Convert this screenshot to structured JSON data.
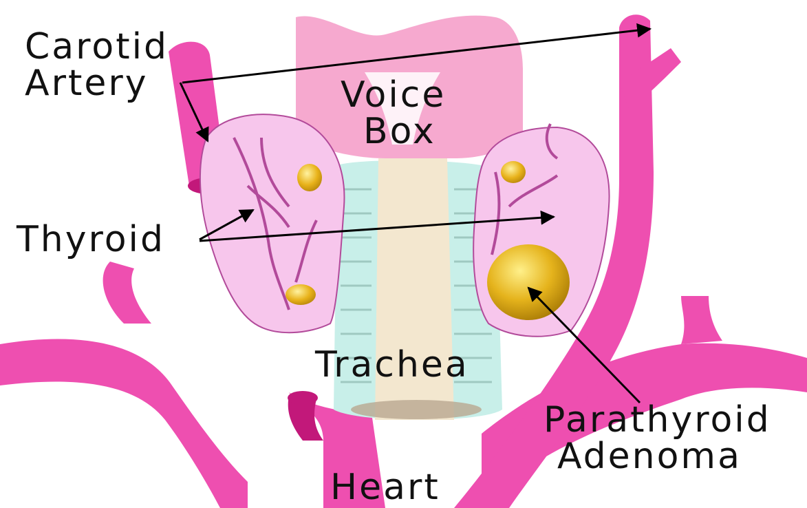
{
  "labels": {
    "carotid_line1": "Carotid",
    "carotid_line2": "Artery",
    "voice_line1": "Voice",
    "voice_line2": "Box",
    "thyroid": "Thyroid",
    "trachea": "Trachea",
    "parathyroid_line1": "Parathyroid",
    "parathyroid_line2": "Adenoma",
    "heart": "Heart"
  },
  "colors": {
    "vessel": "#ee4fb0",
    "vessel_dark": "#c2187a",
    "voice_box": "#f6a9cf",
    "thyroid": "#f7c6ec",
    "thyroid_outline": "#b24a9a",
    "trachea_outer": "#c8efe9",
    "trachea_core": "#f3e7cf",
    "gland": "#e8b21a",
    "adenoma": "#e5b31c",
    "arrow": "#000000"
  }
}
